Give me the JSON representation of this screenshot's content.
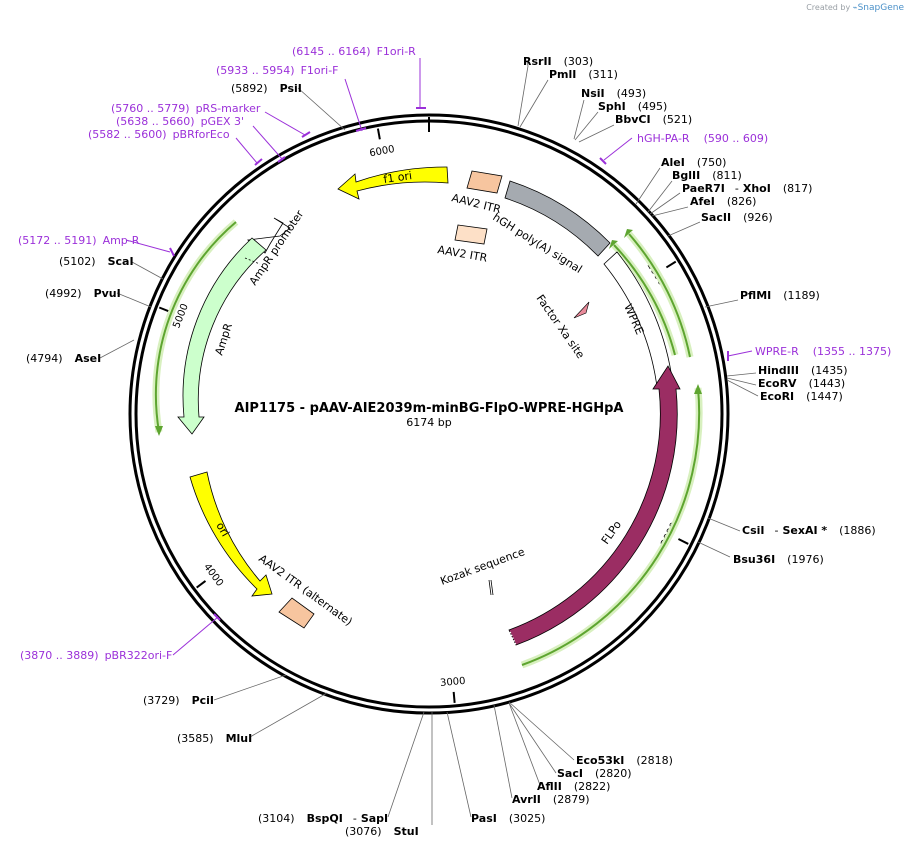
{
  "credit": {
    "prefix": "Created by",
    "brand": "SnapGene"
  },
  "plasmid": {
    "name": "AIP1175 - pAAV-AIE2039m-minBG-FlpO-WPRE-HGHpA",
    "length_label": "6174 bp",
    "length": 6174
  },
  "colors": {
    "primer": "#9b30d9",
    "flpo": "#9b2d63",
    "ori": "#ffff00",
    "ampr": "#ccffcc",
    "itr": "#f7c59f",
    "polyA": "#a5aab0",
    "wpre": "#ffffff",
    "orf_arrow": "#5ea530"
  },
  "ticks": [
    {
      "pos": 1000,
      "label": "1000"
    },
    {
      "pos": 2000,
      "label": "2000"
    },
    {
      "pos": 3000,
      "label": "3000"
    },
    {
      "pos": 4000,
      "label": "4000"
    },
    {
      "pos": 5000,
      "label": "5000"
    },
    {
      "pos": 6000,
      "label": "6000"
    }
  ],
  "sites": [
    {
      "name": "RsrII",
      "pos": "(303)"
    },
    {
      "name": "PmlI",
      "pos": "(311)"
    },
    {
      "name": "NsiI",
      "pos": "(493)"
    },
    {
      "name": "SphI",
      "pos": "(495)"
    },
    {
      "name": "BbvCI",
      "pos": "(521)"
    },
    {
      "name": "AleI",
      "pos": "(750)"
    },
    {
      "name": "BglII",
      "pos": "(811)"
    },
    {
      "name": "PaeR7I",
      "name2": "XhoI",
      "pos": "(817)"
    },
    {
      "name": "AfeI",
      "pos": "(826)"
    },
    {
      "name": "SacII",
      "pos": "(926)"
    },
    {
      "name": "PflMI",
      "pos": "(1189)"
    },
    {
      "name": "HindIII",
      "pos": "(1435)"
    },
    {
      "name": "EcoRV",
      "pos": "(1443)"
    },
    {
      "name": "EcoRI",
      "pos": "(1447)"
    },
    {
      "name": "CsiI",
      "name2": "SexAI *",
      "pos": "(1886)"
    },
    {
      "name": "Bsu36I",
      "pos": "(1976)"
    },
    {
      "name": "Eco53kI",
      "pos": "(2818)"
    },
    {
      "name": "SacI",
      "pos": "(2820)"
    },
    {
      "name": "AflII",
      "pos": "(2822)"
    },
    {
      "name": "AvrII",
      "pos": "(2879)"
    },
    {
      "name": "PasI",
      "pos": "(3025)"
    },
    {
      "name": "StuI",
      "pos": "(3076)"
    },
    {
      "name": "BspQI",
      "name2": "SapI",
      "pos": "(3104)"
    },
    {
      "name": "MluI",
      "pos": "(3585)"
    },
    {
      "name": "PciI",
      "pos": "(3729)"
    },
    {
      "name": "AseI",
      "pos": "(4794)"
    },
    {
      "name": "PvuI",
      "pos": "(4992)"
    },
    {
      "name": "ScaI",
      "pos": "(5102)"
    },
    {
      "name": "PsiI",
      "pos": "(5892)"
    }
  ],
  "primers": [
    {
      "range": "(6145 .. 6164)",
      "name": "F1ori-R"
    },
    {
      "range": "(5933 .. 5954)",
      "name": "F1ori-F"
    },
    {
      "range": "(5760 .. 5779)",
      "name": "pRS-marker"
    },
    {
      "range": "(5638 .. 5660)",
      "name": "pGEX 3'"
    },
    {
      "range": "(5582 .. 5600)",
      "name": "pBRforEco"
    },
    {
      "range": "(5172 .. 5191)",
      "name": "Amp-R"
    },
    {
      "range": "(590 .. 609)",
      "name": "hGH-PA-R"
    },
    {
      "range": "(1355 .. 1375)",
      "name": "WPRE-R"
    },
    {
      "range": "(3870 .. 3889)",
      "name": "pBR322ori-F"
    }
  ],
  "features": [
    {
      "name": "f1 ori"
    },
    {
      "name": "AAV2 ITR"
    },
    {
      "name": "hGH poly(A) signal"
    },
    {
      "name": "AAV2 ITR"
    },
    {
      "name": "Factor Xa site"
    },
    {
      "name": "WPRE"
    },
    {
      "name": "AmpR promoter"
    },
    {
      "name": "AmpR"
    },
    {
      "name": "ori"
    },
    {
      "name": "AAV2 ITR (alternate)"
    },
    {
      "name": "Kozak sequence"
    },
    {
      "name": "FLPo"
    }
  ]
}
